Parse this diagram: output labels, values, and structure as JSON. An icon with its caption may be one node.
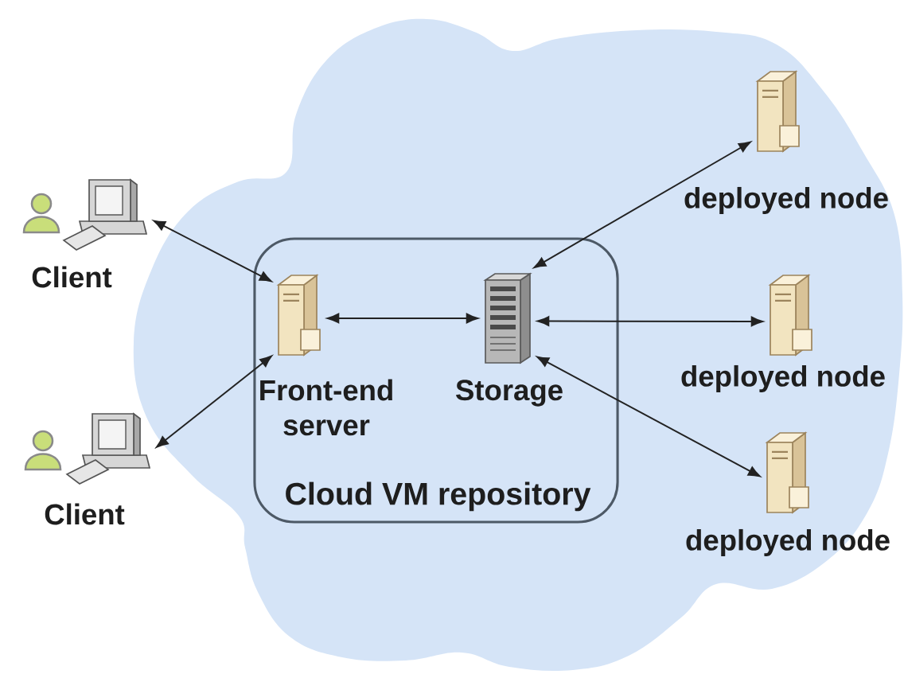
{
  "diagram": {
    "nodes": [
      {
        "text": [
          "Client"
        ]
      },
      {
        "text": [
          "Client"
        ]
      },
      {
        "text": [],
        "shape": "cloud"
      },
      {
        "text": [
          "Cloud VM repository"
        ],
        "in": 2
      },
      {
        "text": [
          "Front-end server"
        ],
        "in": 3
      },
      {
        "text": [
          "Storage"
        ],
        "in": 3
      },
      {
        "text": [
          "deployed node"
        ],
        "in": 2
      },
      {
        "text": [
          "deployed node"
        ],
        "in": 2
      },
      {
        "text": [
          "deployed node"
        ],
        "in": 2
      }
    ],
    "edges": [
      {
        "from": 0,
        "to": 4,
        "arrow": "both"
      },
      {
        "from": 1,
        "to": 4,
        "arrow": "both"
      },
      {
        "from": 4,
        "to": 5,
        "arrow": "both"
      },
      {
        "from": 5,
        "to": 6,
        "arrow": "both"
      },
      {
        "from": 5,
        "to": 7,
        "arrow": "both"
      },
      {
        "from": 5,
        "to": 8,
        "arrow": "both"
      }
    ]
  }
}
